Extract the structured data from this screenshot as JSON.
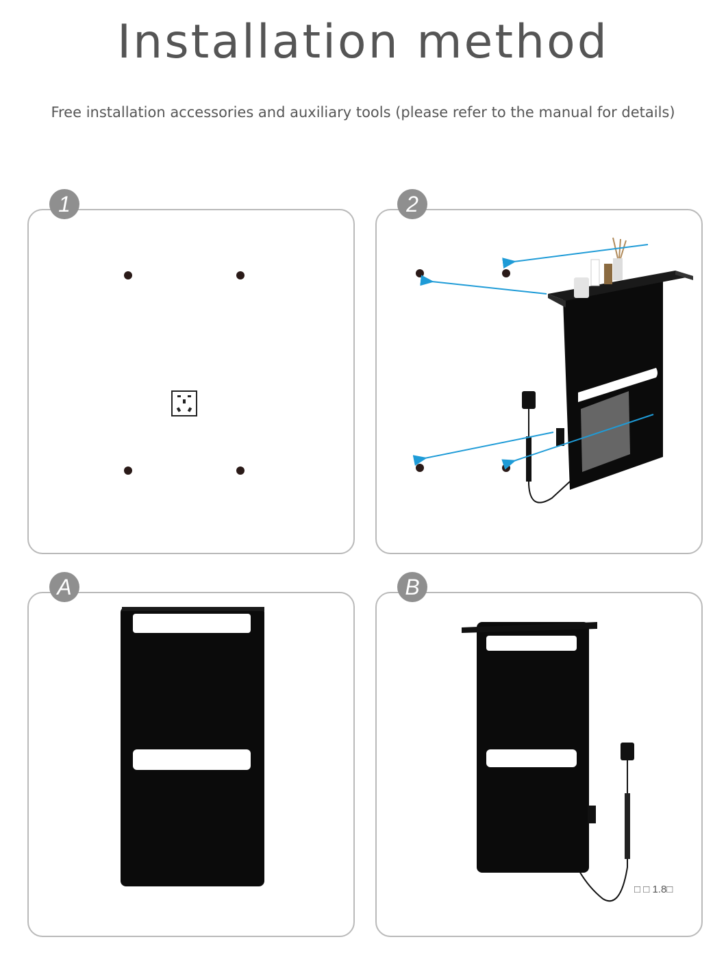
{
  "header": {
    "title": "Installation method",
    "subtitle": "Free installation accessories and auxiliary tools (please refer to the manual for details)"
  },
  "panels": [
    {
      "badge": "1"
    },
    {
      "badge": "2"
    },
    {
      "badge": "A"
    },
    {
      "badge": "B",
      "cable_label": "□ □ 1.8□"
    }
  ],
  "colors": {
    "border": "#b9b9b9",
    "badge": "#8f8f8f",
    "arrow": "#1e9bd7",
    "product": "#0b0b0b"
  }
}
